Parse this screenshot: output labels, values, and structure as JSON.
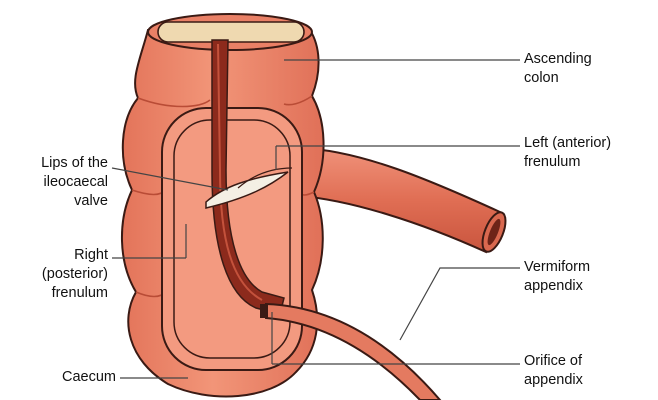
{
  "diagram": {
    "labels": {
      "ascending_colon": "Ascending\ncolon",
      "left_frenulum": "Left (anterior)\nfrenulum",
      "lips_valve": "Lips of the\nileocaecal\nvalve",
      "right_frenulum": "Right\n(posterior)\nfrenulum",
      "vermiform_appendix": "Vermiform\nappendix",
      "caecum": "Caecum",
      "orifice_appendix": "Orifice of\nappendix"
    },
    "colors": {
      "wall": "#ee8a6e",
      "wall_dark": "#c4523c",
      "outline": "#3a1a14",
      "ileum": "#e67a5e",
      "mucosa": "#f39a80",
      "cut_surface": "#efd9b0",
      "frenulum_band": "#8c2a1c",
      "leader_line": "#444444"
    }
  }
}
